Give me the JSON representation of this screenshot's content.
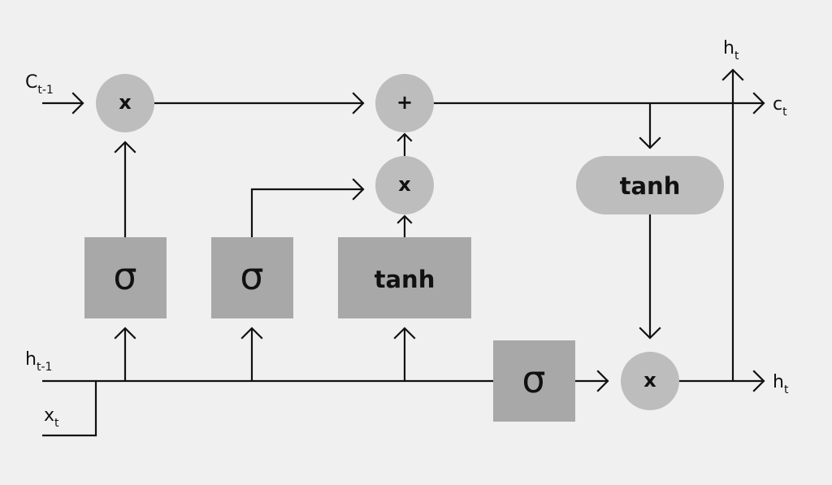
{
  "diagram": {
    "inputs": {
      "cell_prev": {
        "main": "C",
        "sub": "t-1"
      },
      "hidden_prev": {
        "main": "h",
        "sub": "t-1"
      },
      "input": {
        "main": "x",
        "sub": "t"
      }
    },
    "outputs": {
      "cell": {
        "main": "c",
        "sub": "t"
      },
      "hidden_right": {
        "main": "h",
        "sub": "t"
      },
      "hidden_top": {
        "main": "h",
        "sub": "t"
      }
    },
    "ops": {
      "forget_multiply": "x",
      "add": "+",
      "input_multiply": "x",
      "output_multiply": "x"
    },
    "gates": {
      "forget_gate": "σ",
      "input_gate": "σ",
      "candidate": "tanh",
      "output_gate": "σ",
      "cell_tanh": "tanh"
    }
  }
}
